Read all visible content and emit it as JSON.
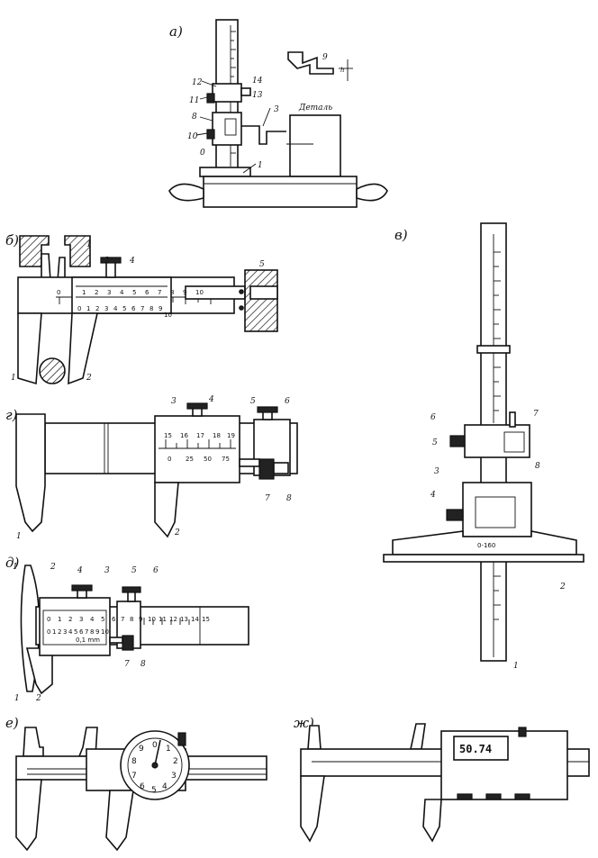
{
  "panels": {
    "a": {
      "label": "а)",
      "part_label": "Деталь",
      "callouts": [
        "1",
        "3",
        "8",
        "10",
        "11",
        "12",
        "13",
        "14",
        "9",
        "0"
      ],
      "small_label": "h"
    },
    "b": {
      "label": "б)",
      "callouts": [
        "1",
        "2",
        "4",
        "5",
        "1",
        "2"
      ],
      "scale_numbers": [
        "0",
        "1",
        "2",
        "3",
        "4",
        "5",
        "6",
        "7",
        "8",
        "9",
        "10"
      ],
      "vernier_numbers": [
        "0",
        "1",
        "2",
        "3",
        "4",
        "5",
        "6",
        "7",
        "8",
        "9",
        "10"
      ]
    },
    "v": {
      "label": "в)",
      "callouts": [
        "6",
        "7",
        "5",
        "8",
        "3",
        "4",
        "2",
        "1"
      ],
      "plate_text": "0-160"
    },
    "g": {
      "label": "г)",
      "callouts": [
        "3",
        "4",
        "5",
        "6",
        "7",
        "8",
        "1",
        "2"
      ],
      "scale_numbers": [
        "15",
        "16",
        "17",
        "18",
        "19"
      ],
      "vernier_numbers": [
        "0",
        "25",
        "50",
        "75"
      ]
    },
    "d": {
      "label": "д)",
      "callouts": [
        "1",
        "2",
        "3",
        "4",
        "5",
        "6",
        "7",
        "8",
        "1",
        "2"
      ],
      "scale_numbers": [
        "0",
        "1",
        "2",
        "3",
        "4",
        "5",
        "6",
        "7",
        "8",
        "9",
        "10",
        "11",
        "12",
        "13",
        "14",
        "15"
      ],
      "vernier_numbers": [
        "0",
        "1",
        "2",
        "3",
        "4",
        "5",
        "6",
        "7",
        "8",
        "9",
        "10"
      ],
      "vernier_note": "0,1 mm"
    },
    "e": {
      "label": "е)",
      "dial_numbers": [
        "0",
        "1",
        "2",
        "3",
        "4",
        "5",
        "6",
        "7",
        "8",
        "9"
      ]
    },
    "zh": {
      "label": "ж)",
      "display_value": "50.74"
    }
  }
}
